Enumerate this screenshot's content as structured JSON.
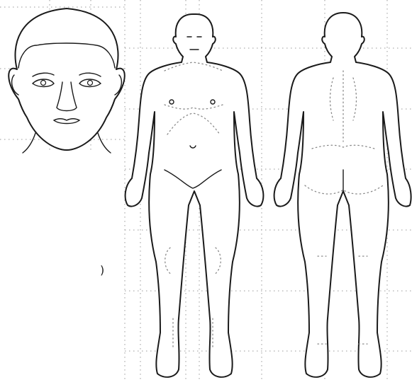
{
  "stray_mark": ")",
  "figures": {
    "face": "face-diagram",
    "front": "front-body-outline",
    "back": "back-body-outline"
  }
}
